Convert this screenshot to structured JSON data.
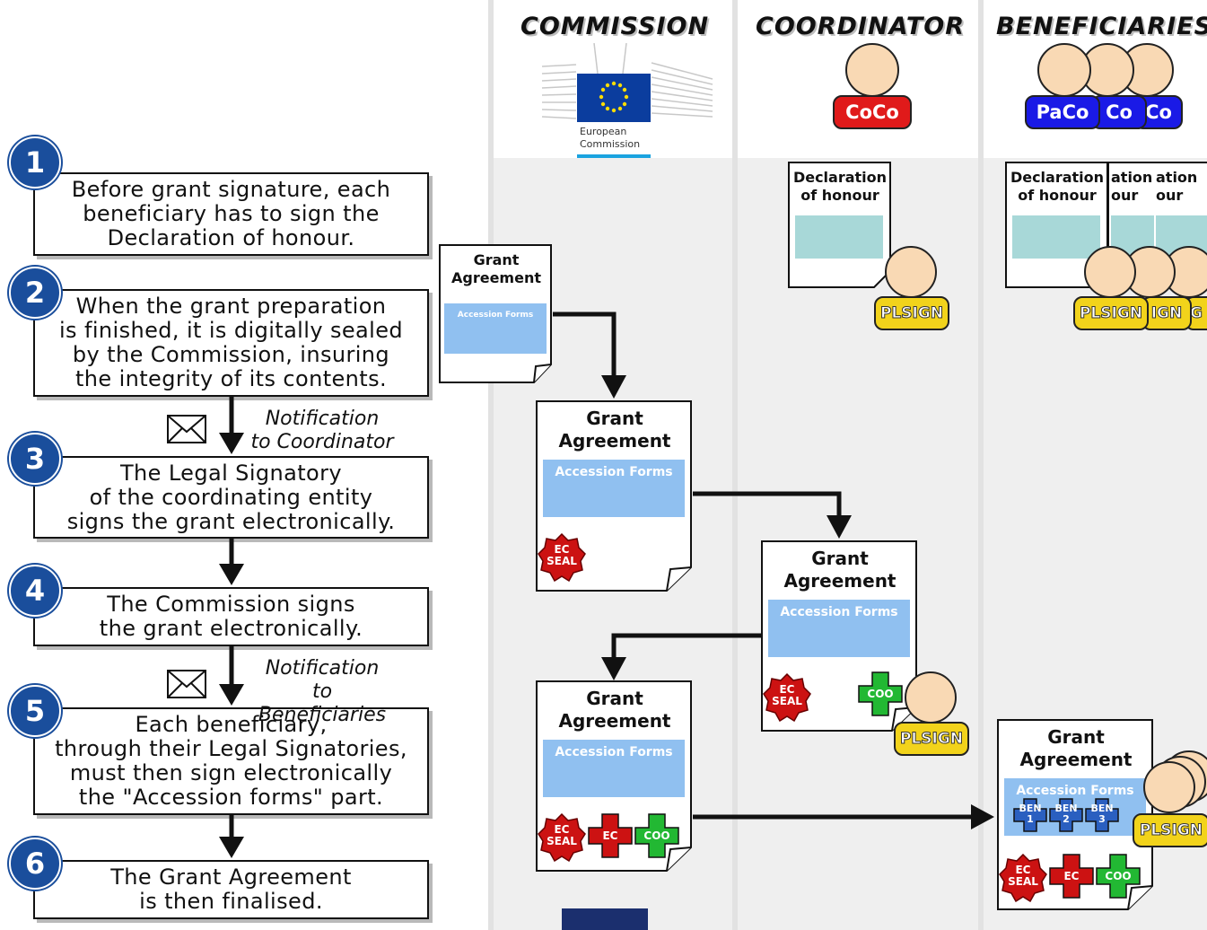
{
  "lanes": {
    "commission": "COMMISSION",
    "coordinator": "COORDINATOR",
    "beneficiaries": "BENEFICIARIES"
  },
  "logo": {
    "line1": "European",
    "line2": "Commission"
  },
  "colors": {
    "step_circle": "#1a4e9c",
    "coordinator_red": "#e01a1a",
    "beneficiary_blue": "#1a1ae6",
    "signatory_yellow": "#f2d31b",
    "accession_blue": "#90c0f0",
    "declaration_teal": "#a8d8d8",
    "ec_seal_red": "#cc1212",
    "coo_green": "#22b833"
  },
  "steps": [
    {
      "num": "1",
      "text": "Before grant signature, each\nbeneficiary has to sign the\nDeclaration of honour."
    },
    {
      "num": "2",
      "text": "When the grant preparation\nis finished, it is digitally sealed\nby the Commission, insuring\nthe integrity of its contents."
    },
    {
      "num": "3",
      "text": "The Legal Signatory\nof the coordinating entity\nsigns the grant electronically."
    },
    {
      "num": "4",
      "text": "The Commission signs\nthe grant electronically."
    },
    {
      "num": "5",
      "text": "Each beneficiary,\nthrough their Legal Signatories,\nmust then sign electronically\nthe \"Accession forms\" part."
    },
    {
      "num": "6",
      "text": "The Grant Agreement\nis then finalised."
    }
  ],
  "notifications": {
    "coordinator": "Notification\nto Coordinator",
    "beneficiaries": "Notification\nto Beneficiaries"
  },
  "labels": {
    "grant_agreement": "Grant\nAgreement",
    "accession_forms": "Accession Forms",
    "declaration": "Declaration\nof honour",
    "declaration_partial_1": "ation\nour",
    "declaration_partial_2": "ation\nour",
    "coco": "CoCo",
    "paco": "PaCo",
    "co_partial_1": "Co",
    "co_partial_2": "Co",
    "plsign": "PLSIGN",
    "plsign_partial_1": "IGN",
    "plsign_partial_2": "G",
    "ec_seal": "EC\nSEAL",
    "ec": "EC",
    "coo": "COO",
    "ben": [
      "BEN\n1",
      "BEN\n2",
      "BEN\n3"
    ]
  }
}
